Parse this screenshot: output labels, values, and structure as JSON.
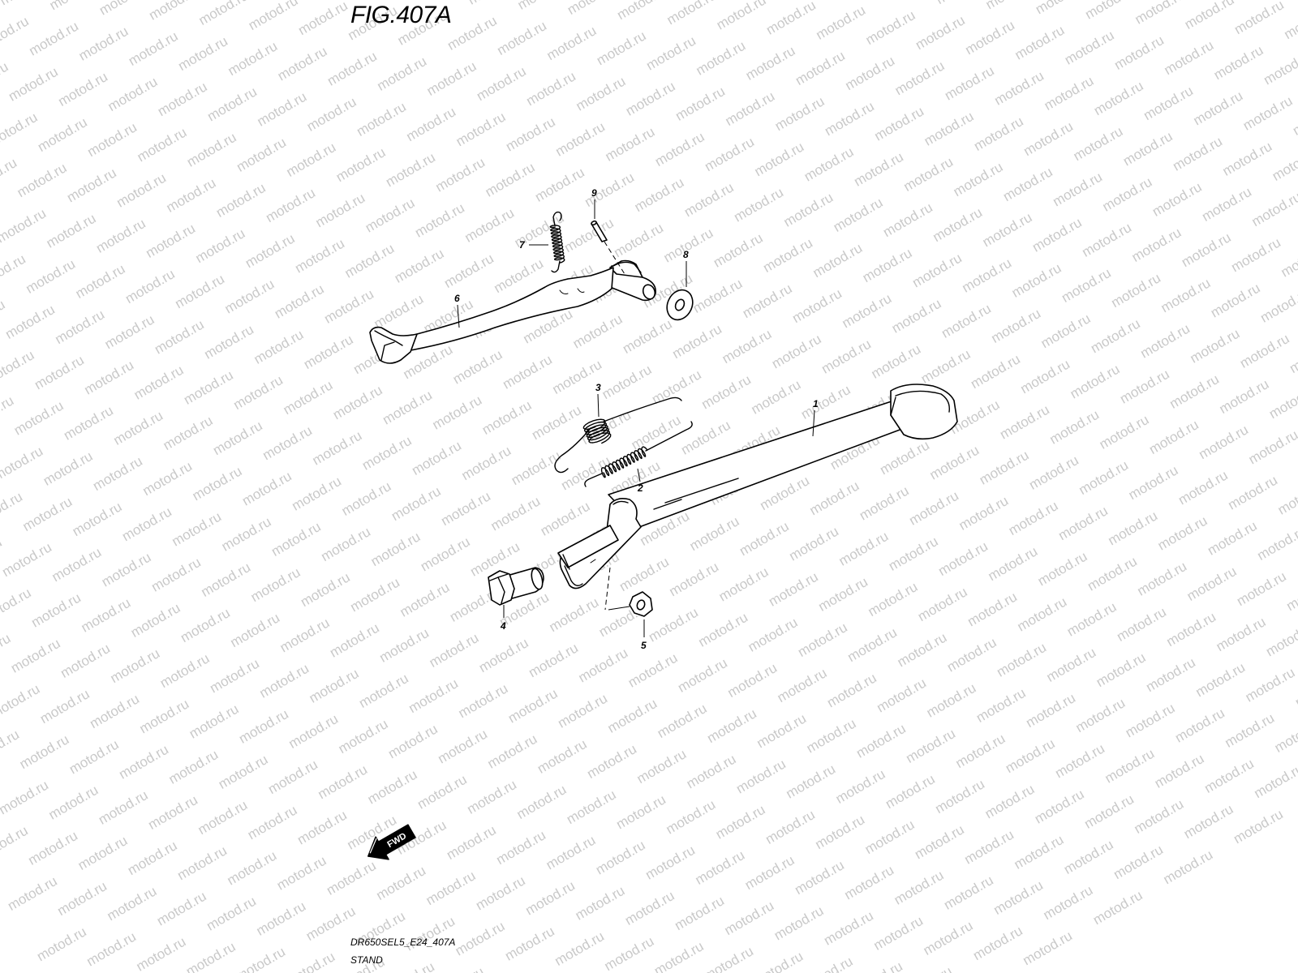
{
  "figure": {
    "title": "FIG.407A",
    "code": "DR650SEL5_E24_407A",
    "name": "STAND"
  },
  "watermark_text": "motod.ru",
  "fwd_label": "FWD",
  "callouts": [
    "1",
    "2",
    "3",
    "4",
    "5",
    "6",
    "7",
    "8",
    "9"
  ],
  "colors": {
    "line": "#000000",
    "watermark": "#c9c9c9",
    "background": "#ffffff"
  }
}
